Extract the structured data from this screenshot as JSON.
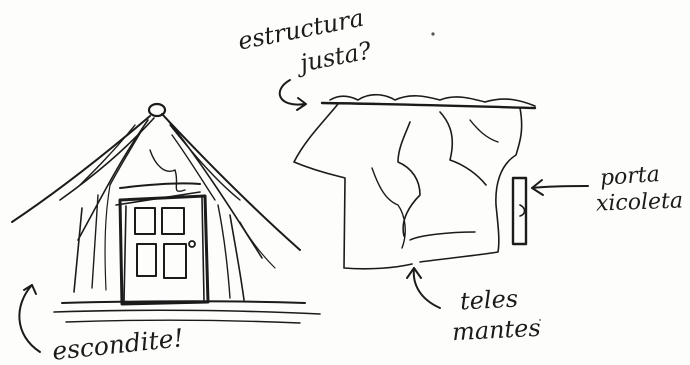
{
  "annotations": {
    "structure_line1": "estructura",
    "structure_line2": "justa?",
    "door_line1": "porta",
    "door_line2": "xicoleta",
    "fabric_line1": "teles",
    "fabric_line2": "mantes",
    "hideout": "escondite!"
  },
  "colors": {
    "paper": "#fdfdfb",
    "ink": "#1b1b1b"
  }
}
